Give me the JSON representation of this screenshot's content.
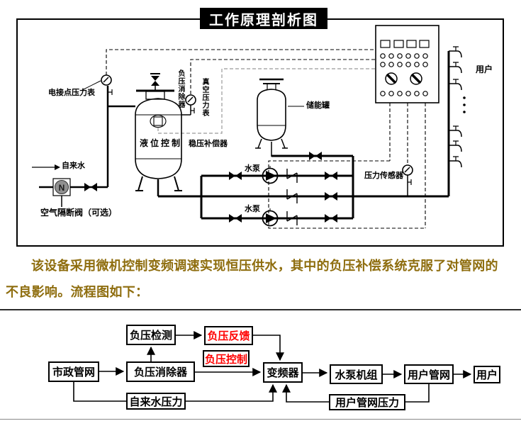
{
  "title": "工作原理剖析图",
  "schematic": {
    "labels": {
      "electric_contact_pressure_gauge": "电接点压力表",
      "tap_water": "自来水",
      "air_isolation_valve": "空气隔断阀（可选）",
      "n_mark": "N",
      "liquid_level_control": "液位控制",
      "negative_pressure_eliminator": "负压消除器",
      "vacuum_pressure_gauge": "真空压力表",
      "pressure_stabilizing_compensator": "稳压补偿器",
      "energy_storage_tank": "储能罐",
      "water_pump_upper": "水泵",
      "water_pump_lower": "水泵",
      "pressure_sensor": "压力传感器",
      "users": "用户"
    }
  },
  "description": {
    "line1": "该设备采用微机控制变频调速实现恒压供水，其中的负压补偿系统克服了对管网的",
    "line2": "不良影响。流程图如下："
  },
  "flowchart": {
    "municipal_network": "市政管网",
    "negative_pressure_detection": "负压检测",
    "negative_pressure_feedback": "负压反馈",
    "negative_pressure_control": "负压控制",
    "negative_pressure_eliminator": "负压消除器",
    "frequency_converter": "变频器",
    "pump_unit": "水泵机组",
    "user_pipe_network": "用户管网",
    "user": "用户",
    "tap_water_pressure": "自来水压力",
    "user_network_pressure": "用户管网压力"
  },
  "colors": {
    "highlight_red": "#ff0000",
    "description_text": "#8e6d0e",
    "line_black": "#000000",
    "dashed_signal_gray": "#999999"
  }
}
